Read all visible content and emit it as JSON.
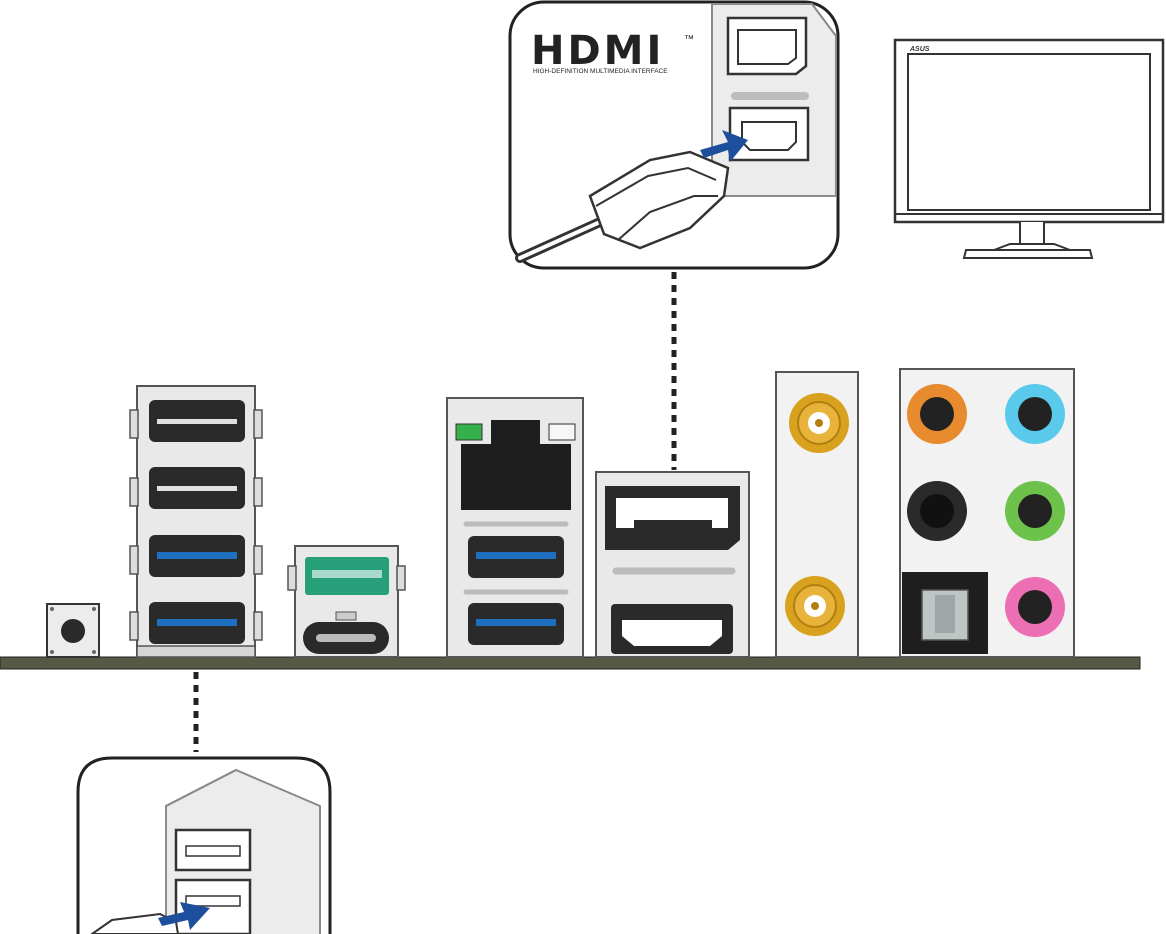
{
  "hdmi_logo": {
    "wordmark": "HDMI",
    "trademark": "™",
    "tagline": "HIGH-DEFINITION MULTIMEDIA INTERFACE"
  },
  "monitor": {
    "brand": "ASUS"
  },
  "colors": {
    "board": "#545a44",
    "usb3_blue": "#1f6fc1",
    "usbc_green": "#27a07a",
    "led_green": "#35b04a",
    "antenna_gold": "#d9a21e",
    "audio_orange": "#e88a2e",
    "audio_cyan": "#59c9ec",
    "audio_black": "#2a2a2a",
    "audio_green": "#6cc24a",
    "audio_pink": "#ec6fb3",
    "arrow_blue": "#1d4f9c"
  }
}
